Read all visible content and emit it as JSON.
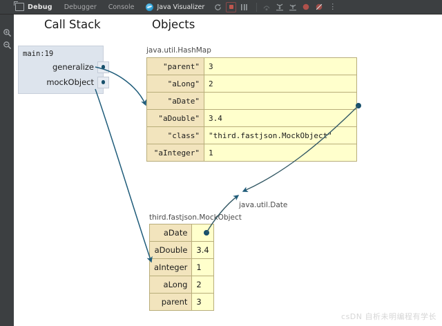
{
  "toolbar": {
    "debug_icon": "debug-window-icon",
    "title": "Debug",
    "tabs": [
      {
        "label": "Debugger",
        "active": false,
        "icon": null
      },
      {
        "label": "Console",
        "active": false,
        "icon": null
      },
      {
        "label": "Java Visualizer",
        "active": true,
        "icon": "java-visualizer-icon"
      }
    ],
    "actions": [
      {
        "name": "rerun-icon",
        "glyph": "↻"
      },
      {
        "name": "stop-icon",
        "glyph": "■"
      },
      {
        "name": "pause-icon",
        "glyph": "‖"
      },
      {
        "name": "step-over-icon",
        "glyph": "↷"
      },
      {
        "name": "step-into-icon",
        "glyph": "↓"
      },
      {
        "name": "step-out-icon",
        "glyph": "↑"
      },
      {
        "name": "mute-breakpoints-icon",
        "glyph": "●"
      },
      {
        "name": "view-breakpoints-icon",
        "glyph": "●"
      },
      {
        "name": "more-options-icon",
        "glyph": "⋮"
      }
    ]
  },
  "gutter": {
    "items": [
      {
        "name": "zoom-in-icon"
      },
      {
        "name": "zoom-out-icon"
      }
    ]
  },
  "canvas": {
    "headings": {
      "call_stack": "Call Stack",
      "objects": "Objects"
    },
    "call_stack": {
      "frame_title": "main:19",
      "variables": [
        {
          "label": "generalize",
          "pointer": true
        },
        {
          "label": "mockObject",
          "pointer": true
        }
      ]
    },
    "objects": [
      {
        "id": "hashmap",
        "type_label": "java.util.HashMap",
        "rows": [
          {
            "key": "\"parent\"",
            "value": "3"
          },
          {
            "key": "\"aLong\"",
            "value": "2"
          },
          {
            "key": "\"aDate\"",
            "value": ""
          },
          {
            "key": "\"aDouble\"",
            "value": "3.4"
          },
          {
            "key": "\"class\"",
            "value": "\"third.fastjson.MockObject\""
          },
          {
            "key": "\"aInteger\"",
            "value": "1"
          }
        ]
      },
      {
        "id": "mockobject",
        "type_label": "third.fastjson.MockObject",
        "rows": [
          {
            "key": "aDate",
            "value": ""
          },
          {
            "key": "aDouble",
            "value": "3.4"
          },
          {
            "key": "aInteger",
            "value": "1"
          },
          {
            "key": "aLong",
            "value": "2"
          },
          {
            "key": "parent",
            "value": "3"
          }
        ]
      }
    ],
    "floating_labels": [
      {
        "id": "date-label",
        "text": "java.util.Date"
      }
    ]
  },
  "watermark": "csDN 自析未明编程有学长",
  "colors": {
    "toolbar_bg": "#3c3f41",
    "canvas_bg": "#ffffff",
    "frame_bg": "#dde4ed",
    "table_key_bg": "#f2e4bd",
    "table_value_bg": "#ffffcc",
    "table_border": "#b8ad7a",
    "edge": "#1f5c7a",
    "accent": "#2e9fd4"
  }
}
